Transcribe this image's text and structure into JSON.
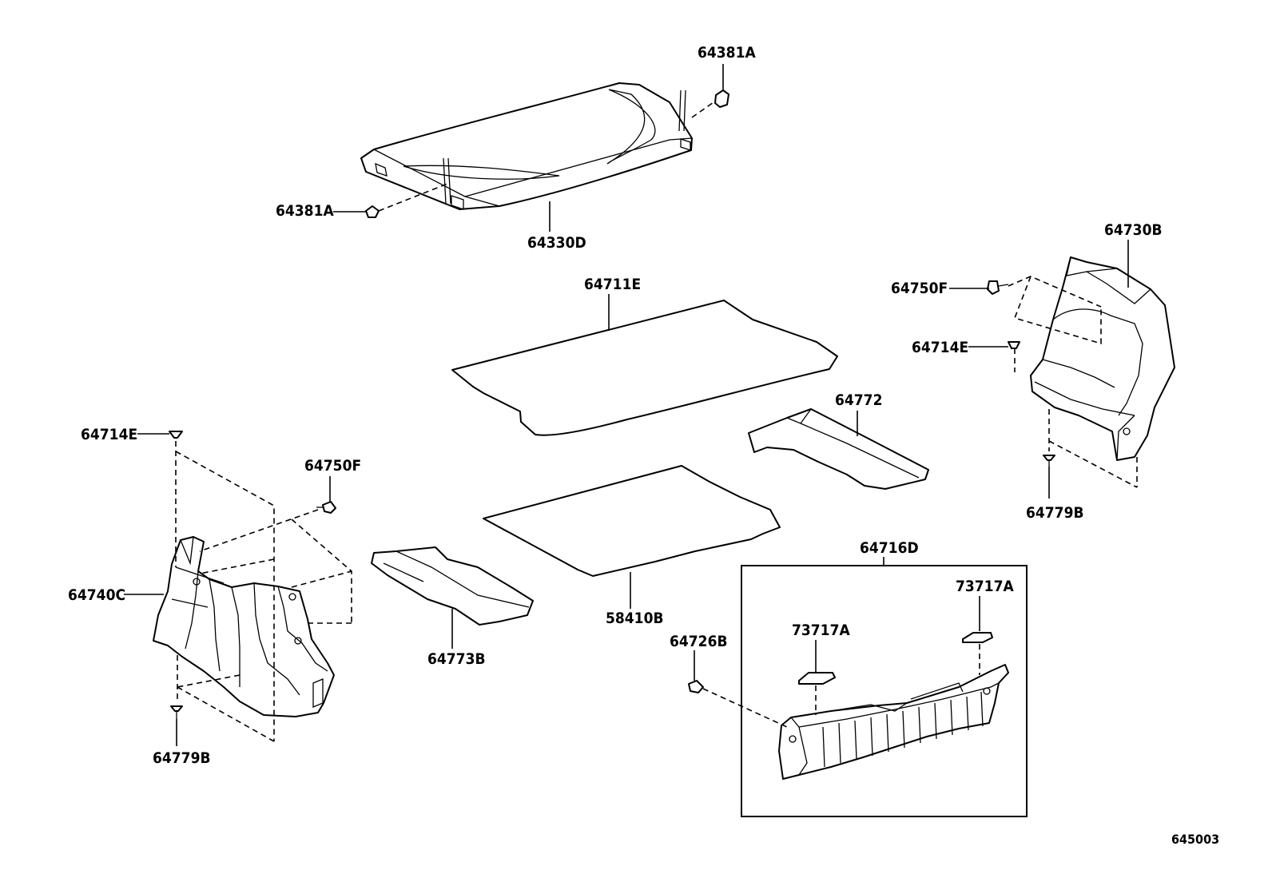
{
  "parts": {
    "p64381A_top": "64381A",
    "p64381A_left": "64381A",
    "p64330D": "64330D",
    "p64711E": "64711E",
    "p64730B": "64730B",
    "p64750F_right": "64750F",
    "p64714E_right": "64714E",
    "p64772": "64772",
    "p64779B_right": "64779B",
    "p64714E_left": "64714E",
    "p64750F_left": "64750F",
    "p64740C": "64740C",
    "p64779B_left": "64779B",
    "p64773B": "64773B",
    "p58410B": "58410B",
    "p64716D": "64716D",
    "p73717A_right": "73717A",
    "p73717A_left": "73717A",
    "p64726B": "64726B"
  },
  "figure_code": "645003"
}
